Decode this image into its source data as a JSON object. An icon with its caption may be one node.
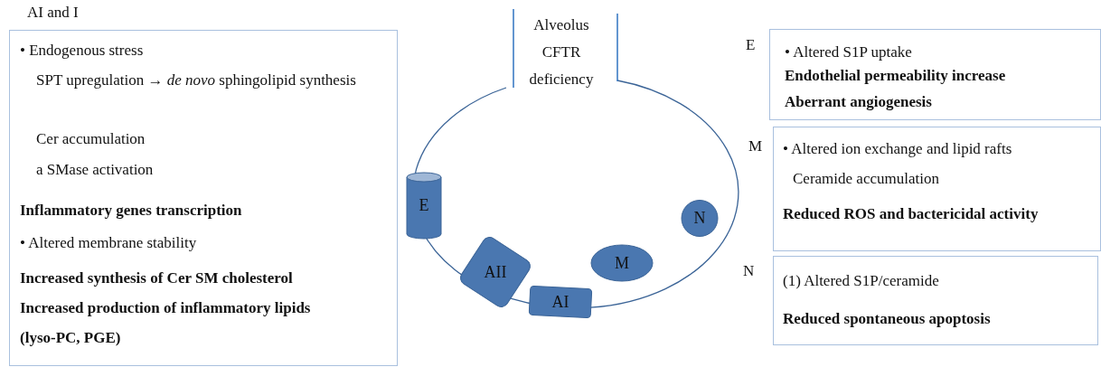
{
  "diagram": {
    "nodes": [
      {
        "text": [
          "AI and I",
          "• Endogenous stress",
          "SPT upregulation → *de novo* sphingolipid synthesis",
          "Cer accumulation",
          "a SMase activation",
          "Inflammatory genes transcription",
          "• Altered membrane stability",
          "Increased synthesis of Cer SM cholesterol",
          "Increased production of inflammatory lipids (lyso-PC, PGE)"
        ]
      },
      {
        "text": [
          "Alveolus CFTR deficiency"
        ]
      },
      {
        "text": [
          "E"
        ],
        "in": 1
      },
      {
        "text": [
          "N"
        ],
        "in": 1
      },
      {
        "text": [
          "AII"
        ],
        "in": 1
      },
      {
        "text": [
          "M"
        ],
        "in": 1
      },
      {
        "text": [
          "AI"
        ],
        "in": 1
      },
      {
        "text": [
          "E",
          "• Altered S1P uptake",
          "Endothelial permeability increase",
          "Aberrant angiogenesis"
        ]
      },
      {
        "text": [
          "M",
          "• Altered ion exchange and lipid rafts",
          "Ceramide accumulation",
          "Reduced ROS and bactericidal activity"
        ]
      },
      {
        "text": [
          "N",
          "(1) Altered S1P/ceramide",
          "Reduced spontaneous apoptosis"
        ]
      }
    ]
  }
}
